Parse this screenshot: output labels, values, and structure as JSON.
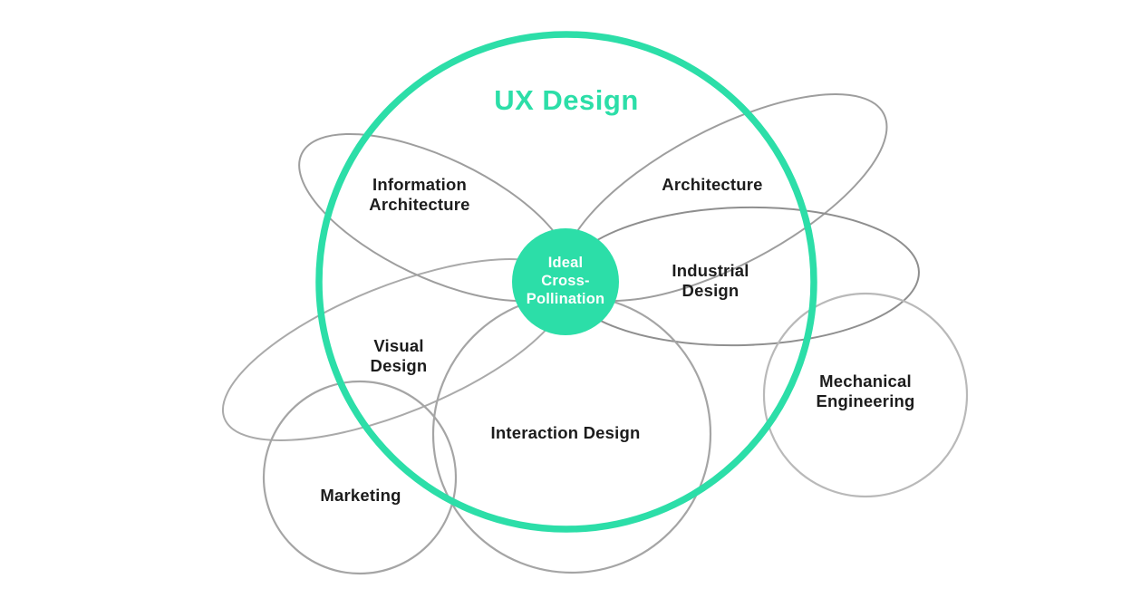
{
  "colors": {
    "accent": "#2CDEA8",
    "label_text": "#1c1c1c",
    "center_text": "#ffffff",
    "petal_stroke": "#9e9e9e",
    "petal_stroke_dark": "#8f8f8f",
    "petal_stroke_light": "#aaaaaa",
    "circle_stroke": "#a5a5a5",
    "circle_stroke_light": "#b9b9b9",
    "background": "#ffffff"
  },
  "diagram": {
    "title": "UX Design",
    "center": {
      "line1": "Ideal",
      "line2": "Cross-",
      "line3": "Pollination"
    },
    "labels": {
      "information_architecture": {
        "line1": "Information",
        "line2": "Architecture"
      },
      "architecture": "Architecture",
      "industrial_design": {
        "line1": "Industrial",
        "line2": "Design"
      },
      "visual_design": {
        "line1": "Visual",
        "line2": "Design"
      },
      "mechanical_engineering": {
        "line1": "Mechanical",
        "line2": "Engineering"
      },
      "interaction_design": "Interaction Design",
      "marketing": "Marketing"
    }
  }
}
